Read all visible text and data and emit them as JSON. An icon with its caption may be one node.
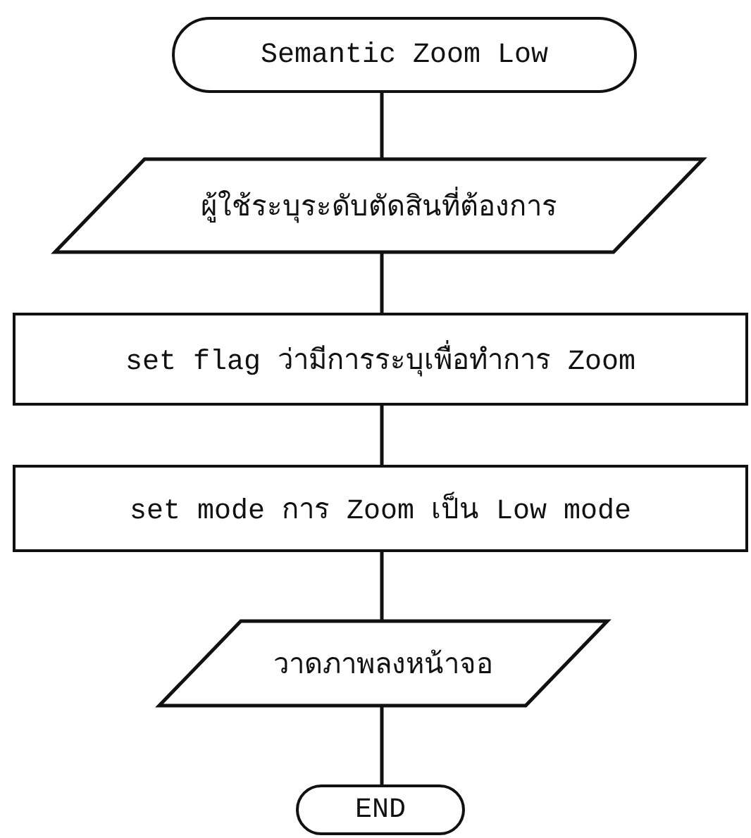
{
  "diagram": {
    "nodes": [
      {
        "text": [
          "Semantic Zoom Low"
        ]
      },
      {
        "text": [
          "ผู้ใช้ระบุระดับตัดสินที่ต้องการ"
        ]
      },
      {
        "text": [
          "set flag ว่ามีการระบุเพื่อทำการ Zoom"
        ]
      },
      {
        "text": [
          "set mode การ Zoom เป็น Low mode"
        ]
      },
      {
        "text": [
          "วาดภาพลงหน้าจอ"
        ]
      },
      {
        "text": [
          "END"
        ]
      }
    ],
    "edges": [
      {
        "from": 0,
        "to": 1,
        "arrow": "none"
      },
      {
        "from": 1,
        "to": 2,
        "arrow": "none"
      },
      {
        "from": 2,
        "to": 3,
        "arrow": "none"
      },
      {
        "from": 3,
        "to": 4,
        "arrow": "none"
      },
      {
        "from": 4,
        "to": 5,
        "arrow": "none"
      }
    ]
  }
}
